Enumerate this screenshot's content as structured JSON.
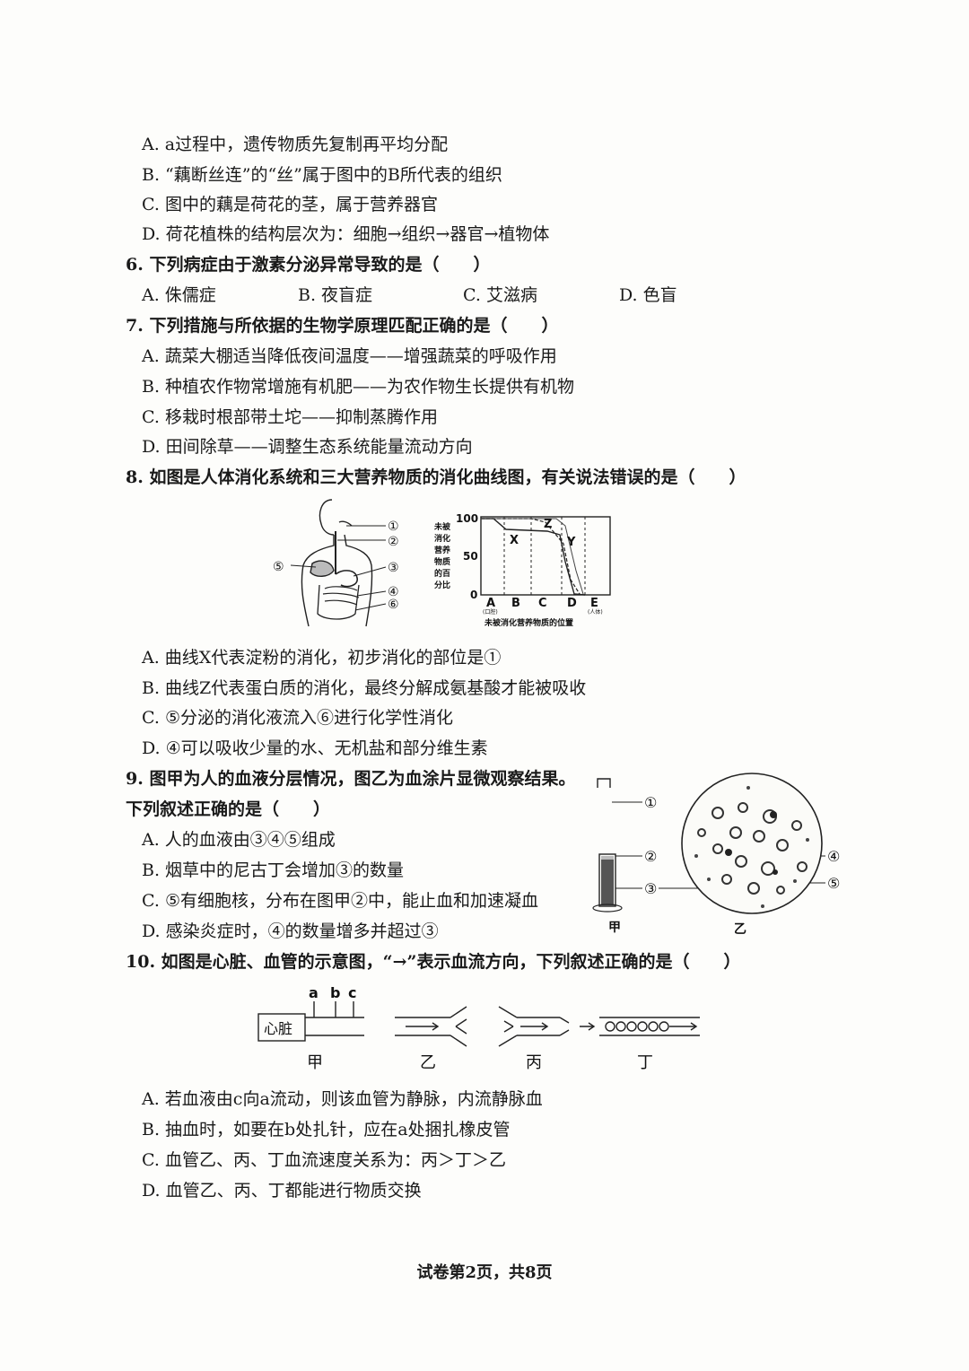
{
  "q5": {
    "options": [
      "A. a过程中，遗传物质先复制再平均分配",
      "B. “藕断丝连”的“丝”属于图中的B所代表的组织",
      "C. 图中的藕是荷花的茎，属于营养器官",
      "D. 荷花植株的结构层次为：细胞→组织→器官→植物体"
    ]
  },
  "q6": {
    "stem": "6. 下列病症由于激素分泌异常导致的是（　　）",
    "options": [
      "A. 侏儒症",
      "B. 夜盲症",
      "C. 艾滋病",
      "D. 色盲"
    ]
  },
  "q7": {
    "stem": "7. 下列措施与所依据的生物学原理匹配正确的是（　　）",
    "options": [
      "A. 蔬菜大棚适当降低夜间温度——增强蔬菜的呼吸作用",
      "B. 种植农作物常增施有机肥——为农作物生长提供有机物",
      "C. 移栽时根部带土坨——抑制蒸腾作用",
      "D. 田间除草——调整生态系统能量流动方向"
    ]
  },
  "q8": {
    "stem": "8. 如图是人体消化系统和三大营养物质的消化曲线图，有关说法错误的是（　　）",
    "organ_labels": [
      "①",
      "②",
      "③",
      "④",
      "⑤",
      "⑥"
    ],
    "chart_ylabel": [
      "未被",
      "消化",
      "营养",
      "物质",
      "的百",
      "分比"
    ],
    "chart_ticks": [
      "100",
      "50",
      "0"
    ],
    "chart_x": [
      "A",
      "B",
      "C",
      "D",
      "E"
    ],
    "chart_x_sub": [
      "(口腔)",
      "(人体)"
    ],
    "chart_curves": [
      "X",
      "Y",
      "Z"
    ],
    "chart_xlabel": "未被消化营养物质的位置",
    "options": [
      "A. 曲线X代表淀粉的消化，初步消化的部位是①",
      "B. 曲线Z代表蛋白质的消化，最终分解成氨基酸才能被吸收",
      "C. ⑤分泌的消化液流入⑥进行化学性消化",
      "D. ④可以吸收少量的水、无机盐和部分维生素"
    ]
  },
  "q9": {
    "stem1": "9. 图甲为人的血液分层情况，图乙为血涂片显微观察结果。",
    "stem2": "下列叙述正确的是（　　）",
    "labels": [
      "①",
      "②",
      "③",
      "④",
      "⑤"
    ],
    "fig_a": "甲",
    "fig_b": "乙",
    "options": [
      "A. 人的血液由③④⑤组成",
      "B. 烟草中的尼古丁会增加③的数量",
      "C. ⑤有细胞核，分布在图甲②中，能止血和加速凝血",
      "D. 感染炎症时，④的数量增多并超过③"
    ]
  },
  "q10": {
    "stem": "10. 如图是心脏、血管的示意图，“→”表示血流方向，下列叙述正确的是（　　）",
    "heart": "心脏",
    "points": [
      "a",
      "b",
      "c"
    ],
    "figs": [
      "甲",
      "乙",
      "丙",
      "丁"
    ],
    "options": [
      "A. 若血液由c向a流动，则该血管为静脉，内流静脉血",
      "B. 抽血时，如要在b处扎针，应在a处捆扎橡皮管",
      "C. 血管乙、丙、丁血流速度关系为：丙＞丁＞乙",
      "D. 血管乙、丙、丁都能进行物质交换"
    ]
  },
  "footer": "试卷第2页，共8页"
}
